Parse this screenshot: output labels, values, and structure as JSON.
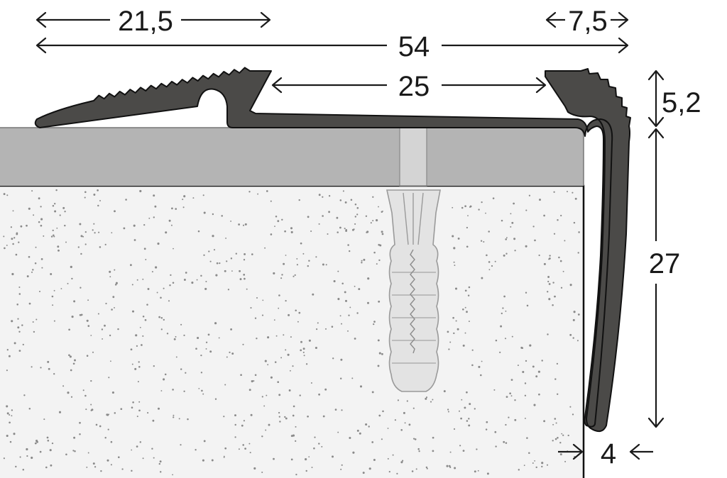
{
  "dimensions": {
    "left_lip": "21,5",
    "total_width": "54",
    "right_nose": "7,5",
    "tread_insert": "25",
    "profile_height": "5,2",
    "leg_height": "27",
    "leg_thickness": "4"
  },
  "colors": {
    "profile": "#4b4a48",
    "profile_outline": "#111111",
    "floor_covering": "#b4b4b4",
    "screed": "#f3f3f3",
    "screed_dots": "#8a8a8a",
    "dowel": "#e2e2e2",
    "screw_hole": "#d4d4d4",
    "dimension": "#1a1a1a"
  }
}
